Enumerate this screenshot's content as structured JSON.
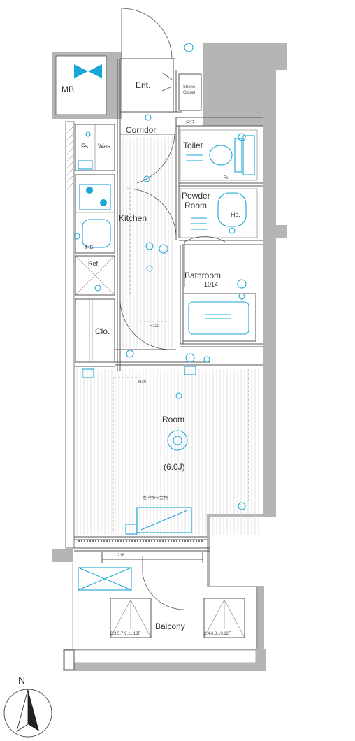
{
  "rooms": {
    "mb": "MB",
    "ent": "Ent.",
    "shoes_closet_line1": "Shoes",
    "shoes_closet_line2": "Closet",
    "ps": "PS",
    "corridor": "Corridor",
    "toilet": "Toilet",
    "fs_toilet": "Fs.",
    "fs_wash": "Fs.",
    "was": "Was.",
    "powder_room_line1": "Powder",
    "powder_room_line2": "Room",
    "hs_powder": "Hs.",
    "kitchen": "Kitchen",
    "hs_kitchen": "Hs.",
    "ref": "Ref.",
    "bathroom": "Bathroom",
    "bathroom_size": "1014",
    "clo": "Clo.",
    "room": "Room",
    "room_size": "(6.0J)",
    "balcony": "Balcony"
  },
  "annotations": {
    "height_1": "H120",
    "height_2": "H30",
    "height_3": "218",
    "indoor_note": "室内物干金物",
    "floor_list_left": "2,3,5,7,9,11,13F",
    "floor_list_right": "2,4,6,8,10,12F"
  },
  "compass": {
    "north": "N"
  },
  "colors": {
    "fixture": "#1ba6d8",
    "wall": "#b5b5b5",
    "line": "#555555"
  }
}
